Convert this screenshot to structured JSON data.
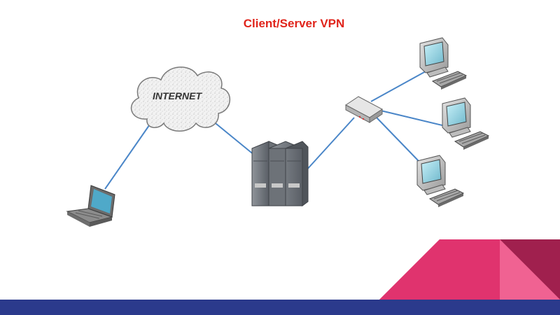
{
  "slide": {
    "title": "Client/Server VPN",
    "title_color": "#e0241b"
  },
  "diagram": {
    "cloud_label": "INTERNET",
    "link_color": "#4a86c8",
    "nodes": [
      {
        "id": "internet",
        "kind": "cloud",
        "label": "INTERNET"
      },
      {
        "id": "laptop",
        "kind": "laptop-icon"
      },
      {
        "id": "server",
        "kind": "server-rack-icon"
      },
      {
        "id": "hub",
        "kind": "network-hub-icon"
      },
      {
        "id": "workstation-1",
        "kind": "desktop-computer-icon"
      },
      {
        "id": "workstation-2",
        "kind": "desktop-computer-icon"
      },
      {
        "id": "workstation-3",
        "kind": "desktop-computer-icon"
      }
    ],
    "links": [
      [
        "laptop",
        "internet"
      ],
      [
        "internet",
        "server"
      ],
      [
        "server",
        "hub"
      ],
      [
        "hub",
        "workstation-1"
      ],
      [
        "hub",
        "workstation-2"
      ],
      [
        "hub",
        "workstation-3"
      ]
    ]
  },
  "decor": {
    "bottom_bar_color": "#2b3a8c",
    "pink_light": "#f06292",
    "pink_mid": "#e0336e",
    "pink_dark": "#a0204e"
  }
}
